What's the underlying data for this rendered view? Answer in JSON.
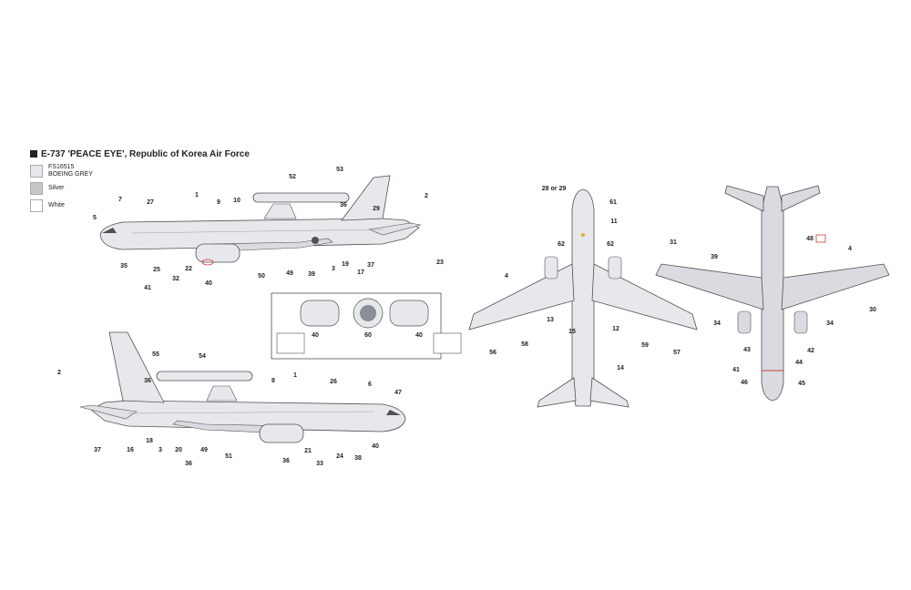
{
  "title": "E-737 'PEACE EYE', Republic of Korea Air Force",
  "colors": {
    "fs16515": "#e6e8eb",
    "silver": "#c6c7c9",
    "white": "#ffffff",
    "fuselage": "#e6e8ec",
    "leader": "#3f9fbf",
    "outline": "#505050",
    "highlight": "#d23a3a"
  },
  "legend": [
    {
      "label_line1": "FS16515",
      "label_line2": "BOEING GREY",
      "color": "#e6e8eb"
    },
    {
      "label_line1": "Silver",
      "label_line2": "",
      "color": "#c6c7c9"
    },
    {
      "label_line1": "White",
      "label_line2": "",
      "color": "#ffffff"
    }
  ],
  "callouts": {
    "left_profile": [
      "52",
      "53",
      "1",
      "27",
      "9",
      "10",
      "7",
      "36",
      "2",
      "5",
      "29",
      "35",
      "25",
      "22",
      "40",
      "50",
      "49",
      "39",
      "3",
      "19",
      "17",
      "37",
      "41",
      "32",
      "23"
    ],
    "right_profile": [
      "55",
      "54",
      "1",
      "26",
      "6",
      "47",
      "2",
      "36",
      "8",
      "18",
      "37",
      "16",
      "3",
      "20",
      "49",
      "51",
      "36",
      "21",
      "33",
      "24",
      "38",
      "40",
      "36"
    ],
    "inset": [
      "40",
      "60",
      "40"
    ],
    "top_view": [
      "28 or 29",
      "61",
      "11",
      "62",
      "62",
      "4",
      "13",
      "12",
      "15",
      "56",
      "58",
      "59",
      "57",
      "14"
    ],
    "bottom_view": [
      "31",
      "48",
      "39",
      "4",
      "34",
      "34",
      "30",
      "43",
      "42",
      "44",
      "41",
      "46",
      "45"
    ]
  }
}
